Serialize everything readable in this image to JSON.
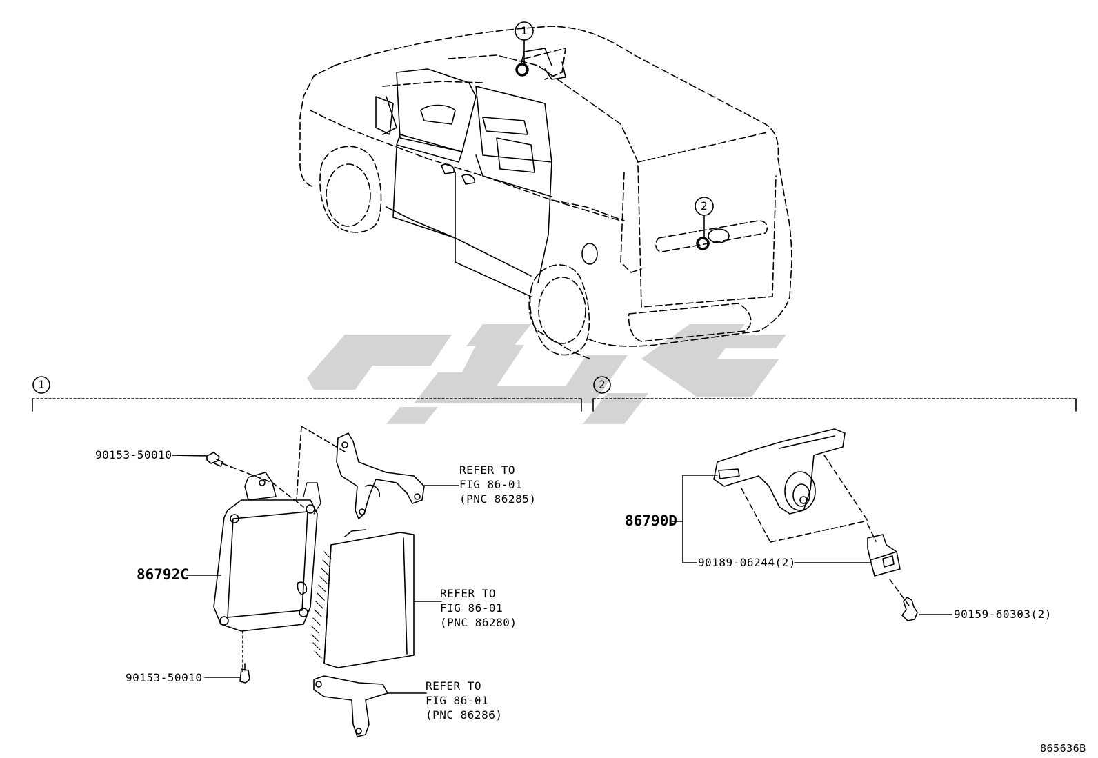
{
  "callouts": {
    "one": "1",
    "two": "2"
  },
  "parts": {
    "bolt_top": "90153-50010",
    "bolt_bottom": "90153-50010",
    "ecu": "86792C",
    "camera": "86790D",
    "clip": "90189-06244(2)",
    "screw": "90159-60303(2)"
  },
  "refs": {
    "bracket_top": {
      "line1": "REFER TO",
      "line2": "FIG 86-01",
      "line3": "(PNC 86285)"
    },
    "module": {
      "line1": "REFER TO",
      "line2": "FIG 86-01",
      "line3": "(PNC 86280)"
    },
    "bracket_bottom": {
      "line1": "REFER TO",
      "line2": "FIG 86-01",
      "line3": "(PNC 86286)"
    }
  },
  "diagram_code": "865636B",
  "colors": {
    "ink": "#000000",
    "watermark": "#d4d4d4",
    "paper": "#ffffff"
  }
}
